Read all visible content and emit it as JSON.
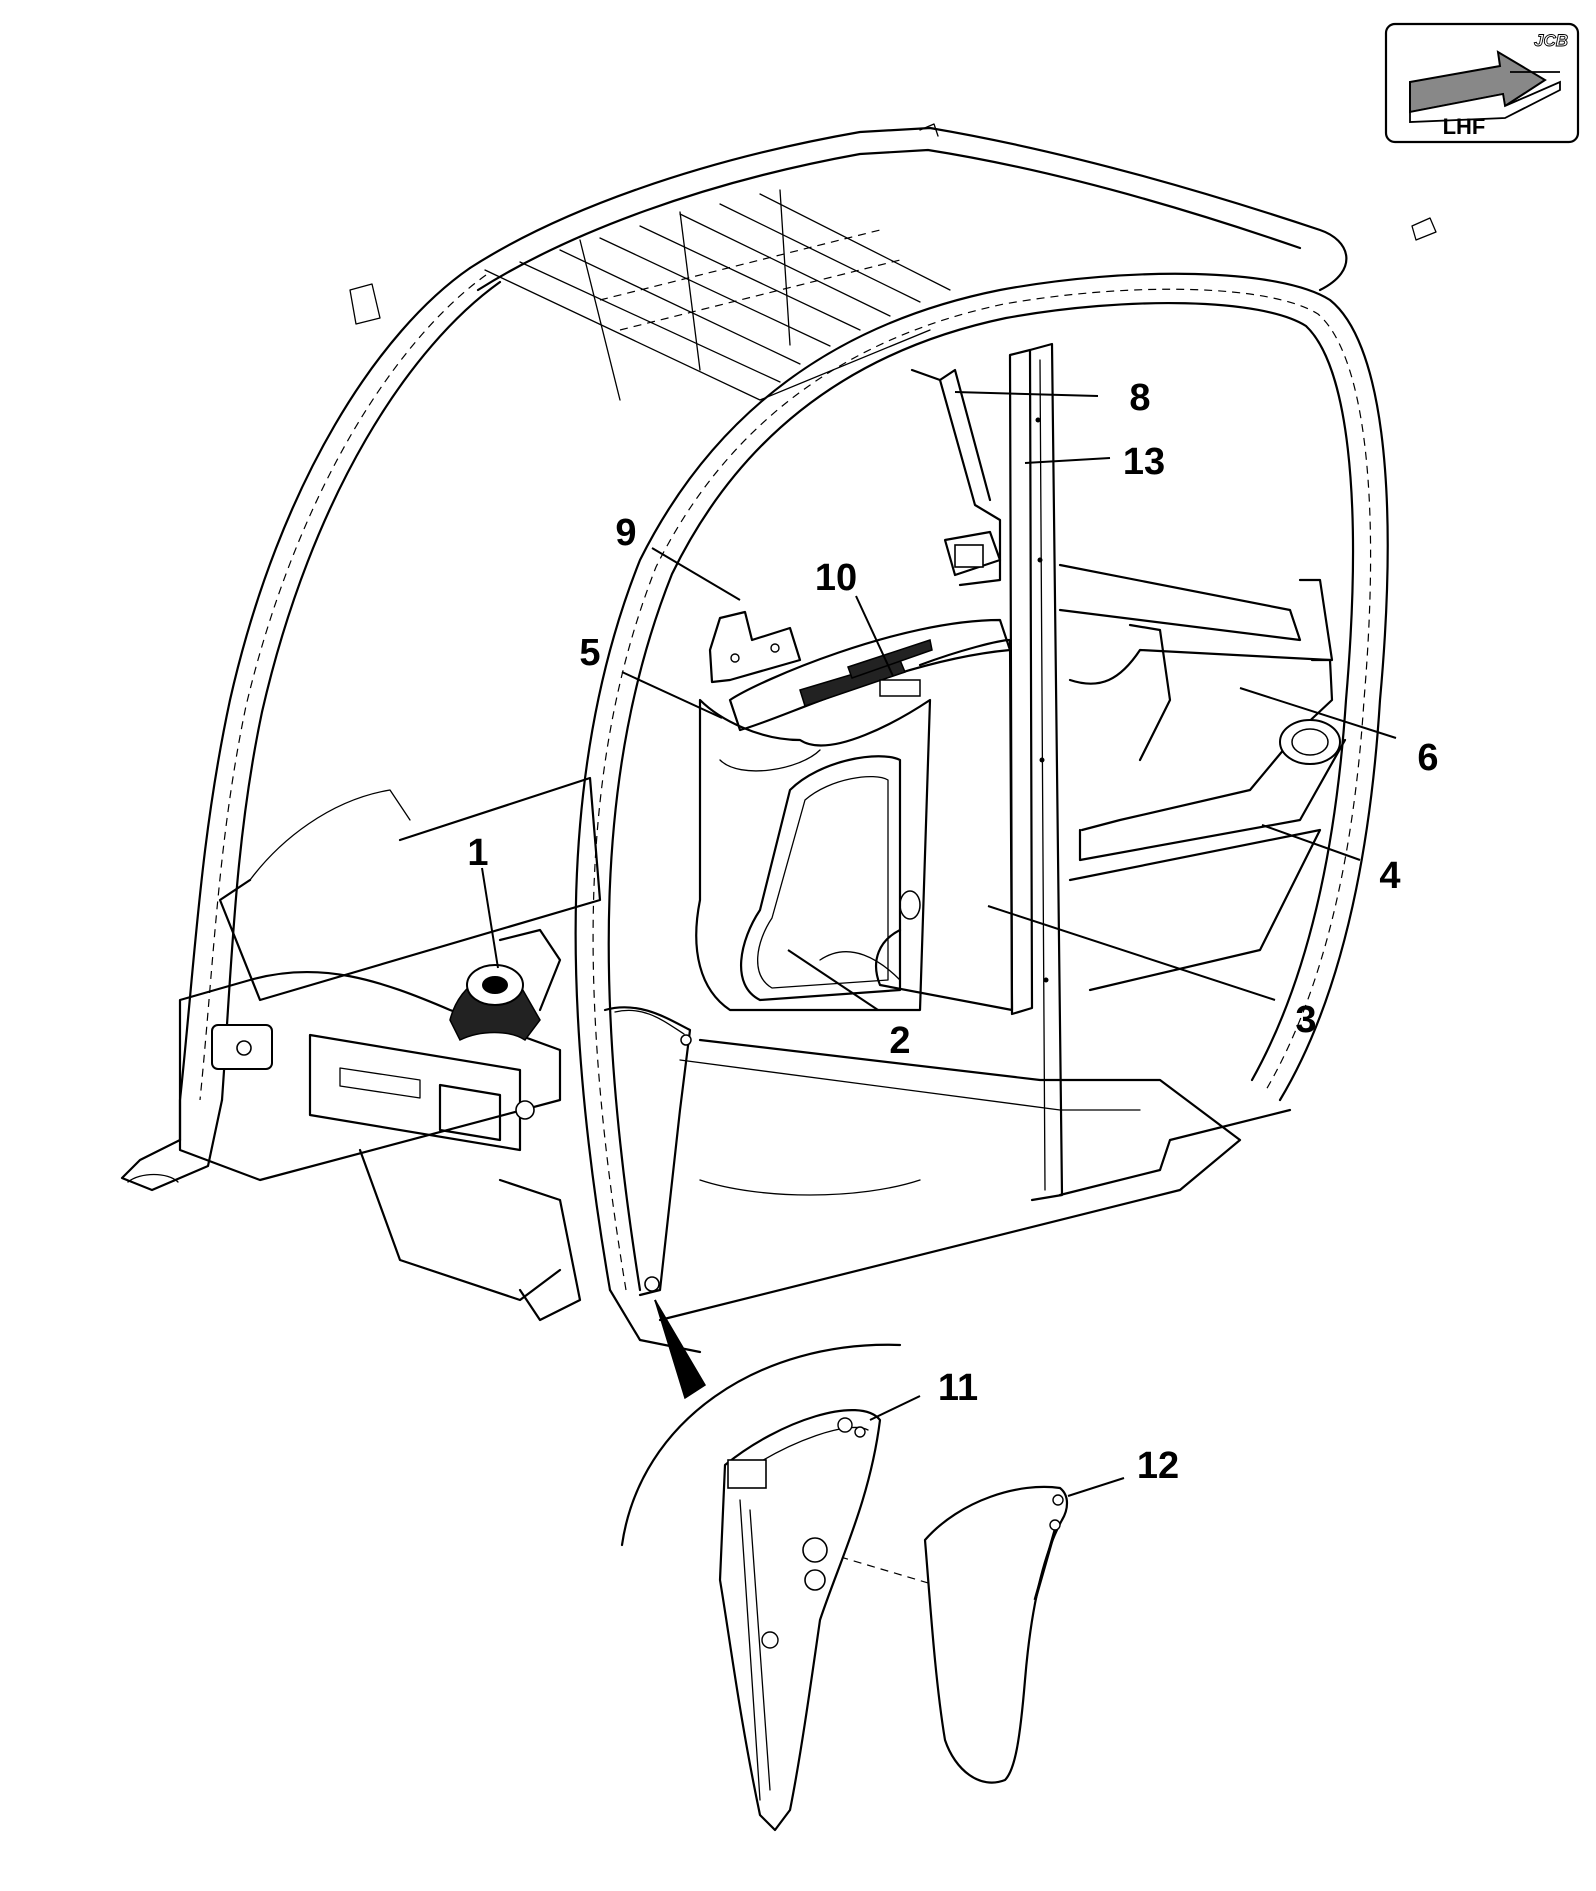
{
  "badge": {
    "brand": "JCB",
    "view_label": "LHF",
    "icon": "arrow-icon"
  },
  "callouts": [
    {
      "id": "1",
      "label": "1"
    },
    {
      "id": "2",
      "label": "2"
    },
    {
      "id": "3",
      "label": "3"
    },
    {
      "id": "4",
      "label": "4"
    },
    {
      "id": "5",
      "label": "5"
    },
    {
      "id": "6",
      "label": "6"
    },
    {
      "id": "8",
      "label": "8"
    },
    {
      "id": "9",
      "label": "9"
    },
    {
      "id": "10",
      "label": "10"
    },
    {
      "id": "11",
      "label": "11"
    },
    {
      "id": "12",
      "label": "12"
    },
    {
      "id": "13",
      "label": "13"
    }
  ]
}
